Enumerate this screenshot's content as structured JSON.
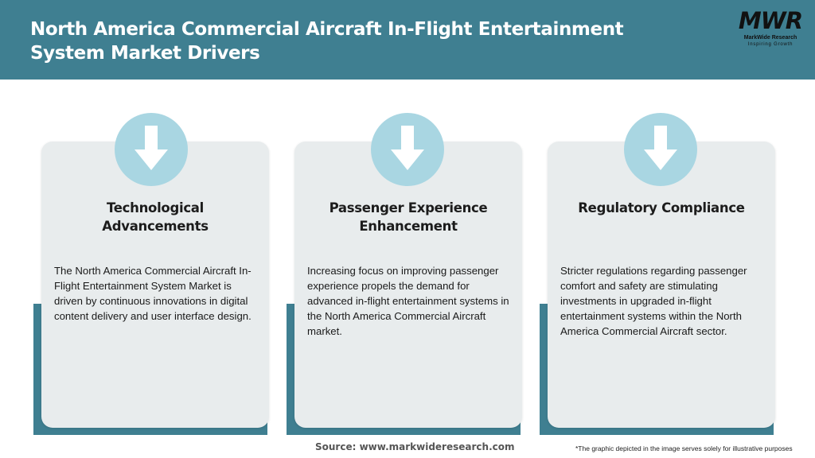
{
  "header": {
    "title": "North America Commercial Aircraft In-Flight Entertainment System Market Drivers",
    "background_color": "#3f7f91"
  },
  "logo": {
    "mark": "MWR",
    "name": "MarkWide Research",
    "tagline": "Inspiring Growth"
  },
  "cards": [
    {
      "icon": "down-arrow-icon",
      "title": "Technological Advancements",
      "text": "The North America Commercial Aircraft In-Flight Entertainment System Market is driven by continuous innovations in digital content delivery and user interface design."
    },
    {
      "icon": "down-arrow-icon",
      "title": "Passenger Experience Enhancement",
      "text": "Increasing focus on improving passenger experience propels the demand for advanced in-flight entertainment systems in the North America Commercial Aircraft market."
    },
    {
      "icon": "down-arrow-icon",
      "title": "Regulatory Compliance",
      "text": "Stricter regulations regarding passenger comfort and safety are stimulating investments in upgraded in-flight entertainment systems within the North America Commercial Aircraft sector."
    }
  ],
  "footer": {
    "source": "Source: www.markwideresearch.com",
    "disclaimer": "*The graphic depicted in the image serves solely for illustrative purposes"
  },
  "colors": {
    "accent": "#3f7f91",
    "circle": "#a9d6e2",
    "card": "#e8eced"
  }
}
